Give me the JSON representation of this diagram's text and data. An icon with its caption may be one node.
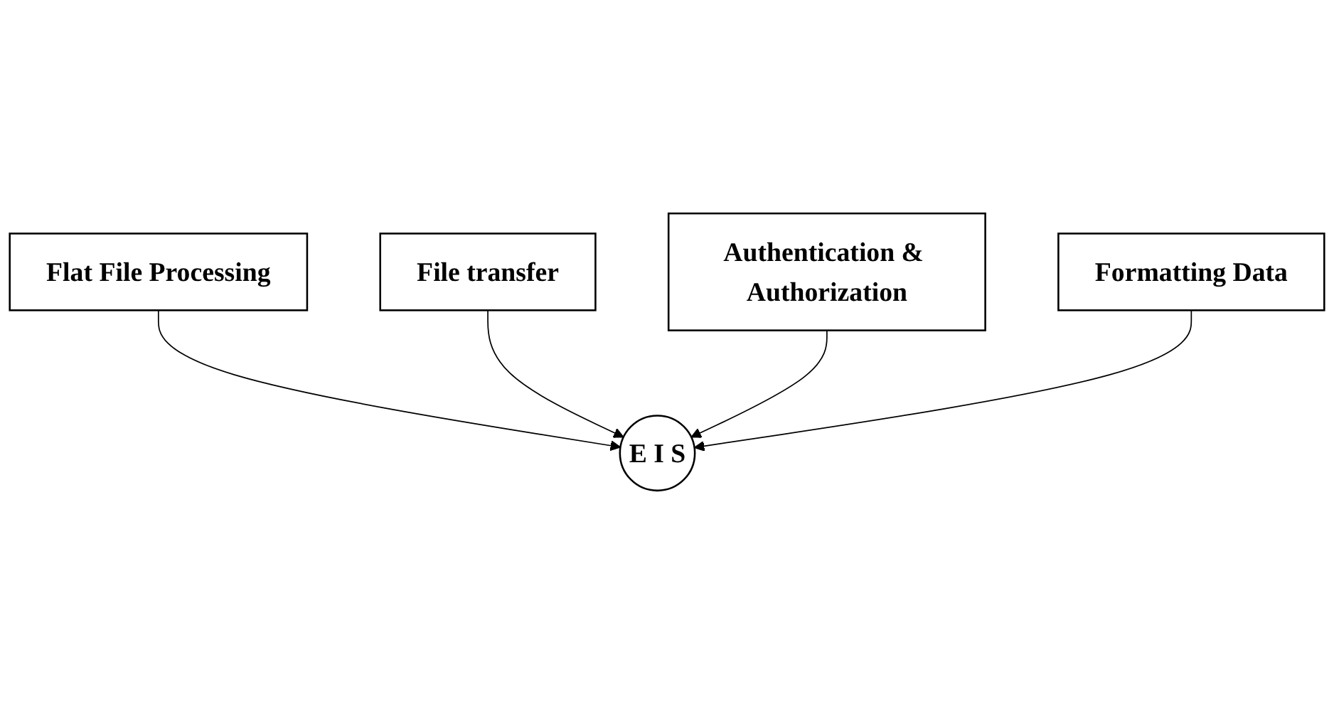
{
  "diagram": {
    "nodes": [
      {
        "text": [
          "Flat File Processing"
        ]
      },
      {
        "text": [
          "File transfer"
        ]
      },
      {
        "text": [
          "E I S"
        ]
      },
      {
        "text": [
          "Authentication & Authorization"
        ]
      },
      {
        "text": [
          "Formatting Data"
        ]
      }
    ],
    "edges": [
      {
        "from": 0,
        "to": 2,
        "arrow": "to"
      },
      {
        "from": 1,
        "to": 2,
        "arrow": "to"
      },
      {
        "from": 3,
        "to": 2,
        "arrow": "to"
      },
      {
        "from": 4,
        "to": 2,
        "arrow": "to"
      }
    ]
  }
}
